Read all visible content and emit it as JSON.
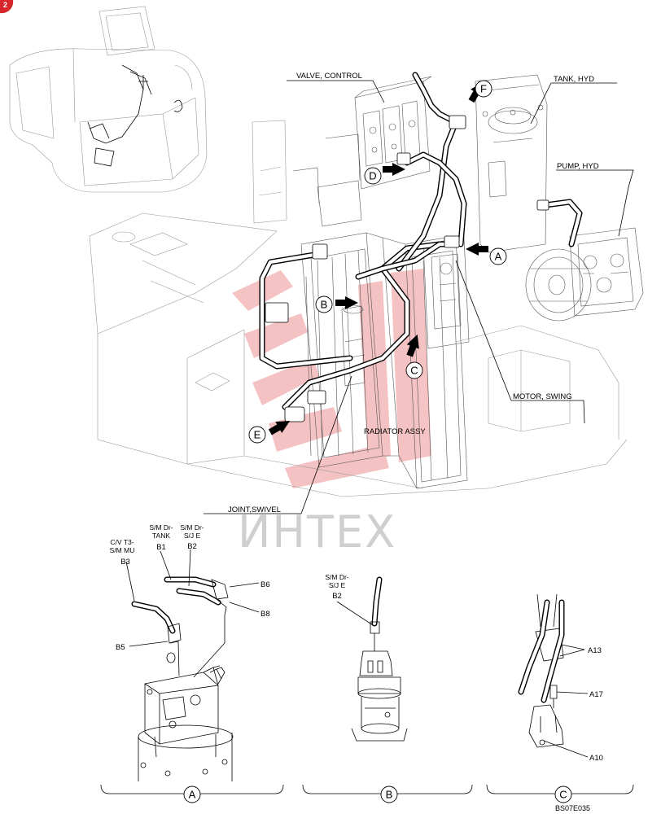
{
  "page_number": "2",
  "colors": {
    "page_badge": "#d9262c",
    "watermark_logo": "#f3b8b8",
    "watermark_text": "#cfcfcf"
  },
  "main_labels": {
    "valve_control": "VALVE, CONTROL",
    "tank_hyd": "TANK, HYD",
    "pump_hyd": "PUMP, HYD",
    "motor_swing": "MOTOR, SWING",
    "radiator_assy": "RADIATOR ASSY",
    "joint_swivel": "JOINT,SWIVEL"
  },
  "view_markers": [
    "A",
    "B",
    "C",
    "D",
    "E",
    "F"
  ],
  "watermark": "ИНТЕХ",
  "detail_a": {
    "c_v_t3": "C/V T3-",
    "s_m_mu": "S/M MU",
    "b3": "B3",
    "s_m_dr_tank_1": "S/M Dr-",
    "s_m_dr_tank_2": "TANK",
    "b1": "B1",
    "s_m_dr_sje_1": "S/M Dr-",
    "s_m_dr_sje_2": "S/J E",
    "b2": "B2",
    "b6": "B6",
    "b8": "B8",
    "b5": "B5",
    "bracket": "A"
  },
  "detail_b": {
    "s_m_dr_1": "S/M Dr-",
    "s_m_dr_2": "S/J E",
    "b2": "B2",
    "bracket": "B"
  },
  "detail_c": {
    "a13": "A13",
    "a17": "A17",
    "a10": "A10",
    "bracket": "C"
  },
  "drawing_code": "BS07E035"
}
